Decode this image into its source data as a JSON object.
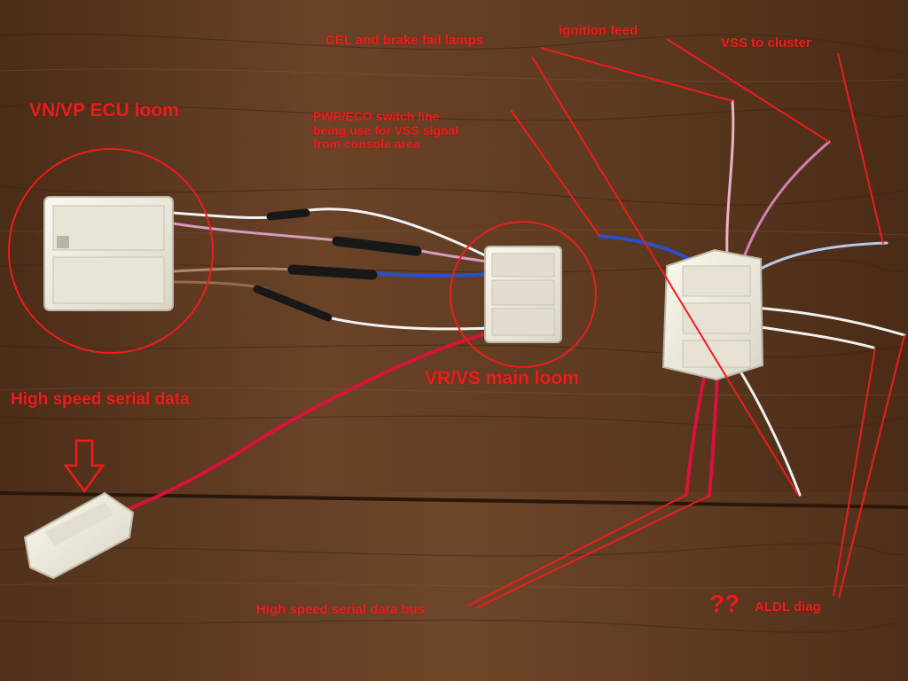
{
  "labels": {
    "ecu_loom": "VN/VP ECU loom",
    "serial_data": "High speed serial data",
    "main_loom": "VR/VS main loom",
    "cel_lamps": "CEL and brake fail lamps",
    "ignition_feed": "ignition feed",
    "vss_cluster": "VSS to cluster",
    "pwr_eco_lines": [
      "PWR/ECO switch line",
      "being use for VSS signal",
      "from console area"
    ],
    "serial_bus": "High speed serial data bus",
    "unknown_marks": "??",
    "aldl_diag": "ALDL diag"
  },
  "colors": {
    "annotation": "#ee1c1c",
    "wood_dark": "#4e2f1a",
    "wood_mid": "#6a4328",
    "connector": "#efece0",
    "wire_red": "#d8123a",
    "wire_pink": "#d89ac0",
    "wire_blue": "#2a4fc8",
    "wire_white": "#f2f2f2",
    "wire_black": "#181818",
    "wire_brown": "#9a6a48"
  }
}
